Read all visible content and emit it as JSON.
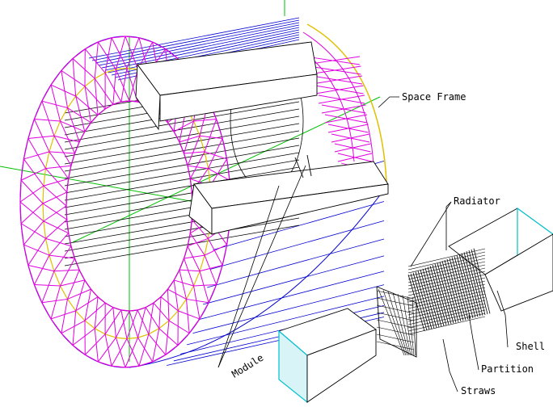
{
  "labels": {
    "space_frame": "Space Frame",
    "radiator": "Radiator",
    "module": "Module",
    "shell": "Shell",
    "partition": "Partition",
    "straws": "Straws"
  },
  "colors": {
    "background": "#ffffff",
    "axis_green": "#00c000",
    "frame_magenta": "#e000e0",
    "shell_blue": "#0000d0",
    "frame_yellow": "#e0c000",
    "end_cyan": "#00c0d0",
    "line_black": "#000000"
  }
}
